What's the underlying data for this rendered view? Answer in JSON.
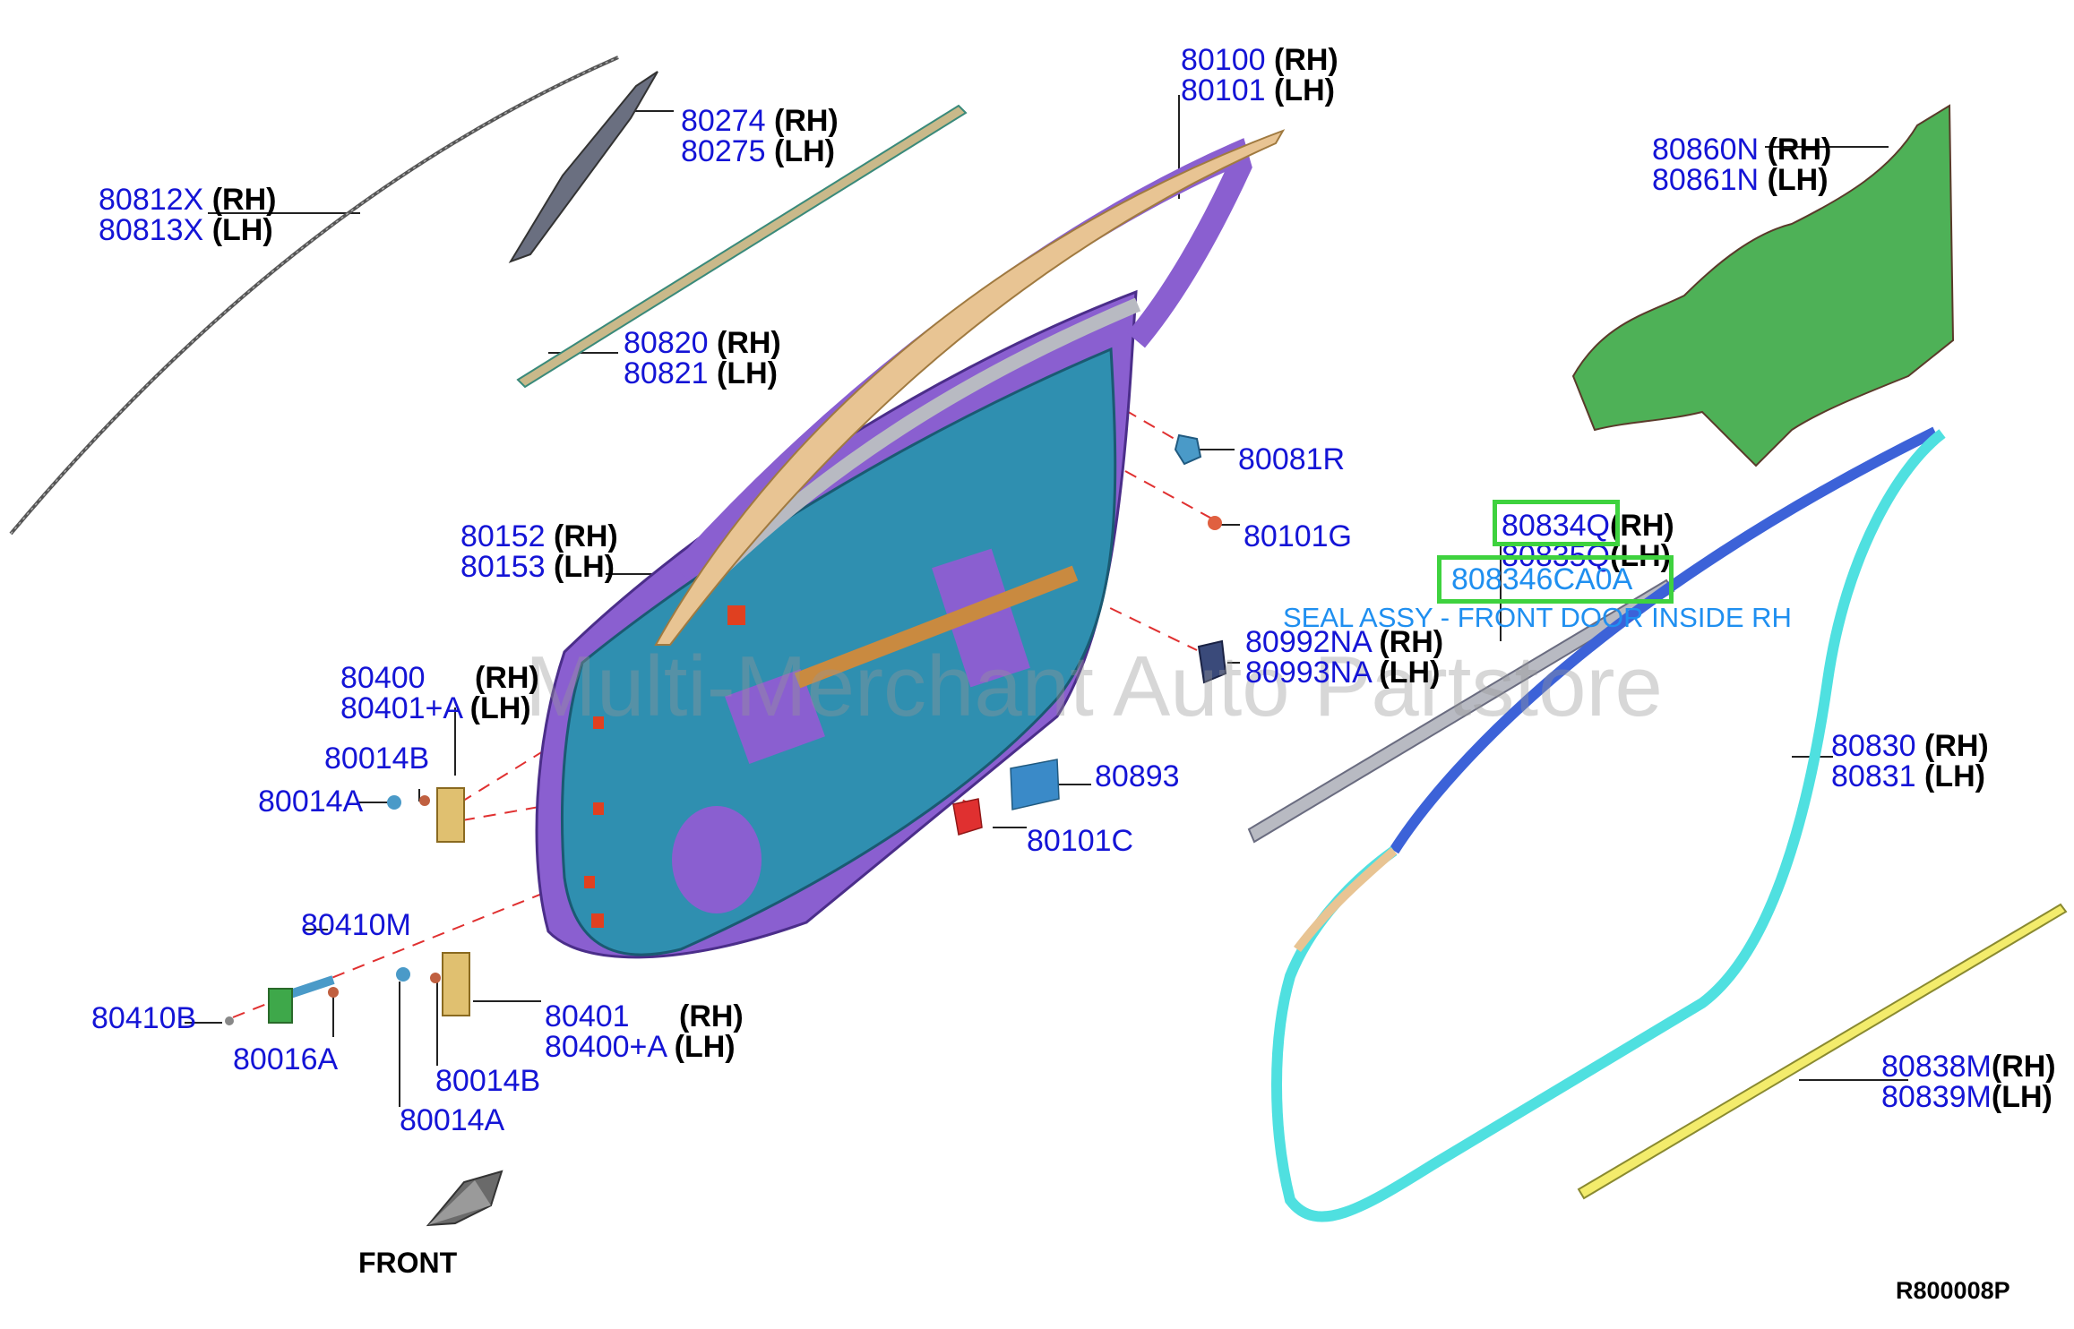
{
  "diagram_id": "R800008P",
  "front_label": "FRONT",
  "watermark": "Multi-Merchant Auto Partstore",
  "highlight": {
    "part": "808346CA0A",
    "description": "SEAL ASSY - FRONT DOOR INSIDE RH"
  },
  "callouts": {
    "c80812": {
      "l1": "80812X",
      "s1": "(RH)",
      "l2": "80813X",
      "s2": "(LH)"
    },
    "c80274": {
      "l1": "80274",
      "s1": "(RH)",
      "l2": "80275",
      "s2": "(LH)"
    },
    "c80820": {
      "l1": "80820",
      "s1": "(RH)",
      "l2": "80821",
      "s2": "(LH)"
    },
    "c80100": {
      "l1": "80100",
      "s1": "(RH)",
      "l2": "80101",
      "s2": "(LH)"
    },
    "c80860": {
      "l1": "80860N",
      "s1": "(RH)",
      "l2": "80861N",
      "s2": "(LH)"
    },
    "c80081": {
      "l1": "80081R"
    },
    "c80101g": {
      "l1": "80101G"
    },
    "c80152": {
      "l1": "80152",
      "s1": "(RH)",
      "l2": "80153",
      "s2": "(LH)"
    },
    "c80834": {
      "l1": "80834Q",
      "s1": "(RH)",
      "l2": "80835Q",
      "s2": "(LH)"
    },
    "c80992": {
      "l1": "80992NA",
      "s1": "(RH)",
      "l2": "80993NA",
      "s2": "(LH)"
    },
    "c80400": {
      "l1": "80400",
      "s1": "(RH)",
      "l2": "80401+A",
      "s2": "(LH)"
    },
    "c80014b_top": {
      "l1": "80014B"
    },
    "c80014a_top": {
      "l1": "80014A"
    },
    "c80893": {
      "l1": "80893"
    },
    "c80101c": {
      "l1": "80101C"
    },
    "c80830": {
      "l1": "80830",
      "s1": "(RH)",
      "l2": "80831",
      "s2": "(LH)"
    },
    "c80410m": {
      "l1": "80410M"
    },
    "c80410b": {
      "l1": "80410B"
    },
    "c80016a": {
      "l1": "80016A"
    },
    "c80401": {
      "l1": "80401",
      "s1": "(RH)",
      "l2": "80400+A",
      "s2": "(LH)"
    },
    "c80014b_bot": {
      "l1": "80014B"
    },
    "c80014a_bot": {
      "l1": "80014A"
    },
    "c80838": {
      "l1": "80838M",
      "s1": "(RH)",
      "l2": "80839M",
      "s2": "(LH)"
    }
  },
  "colors": {
    "label_blue": "#1414d6",
    "highlight_green": "#3ed23e",
    "description_blue": "#1f8ff0",
    "door_teal": "#2f8fb0",
    "door_purple": "#8a5fd0",
    "seal_blue": "#3c62d8",
    "seal_cyan": "#4fe0e0",
    "sash_tan": "#e8c493",
    "screen_green": "#2fa33a",
    "strip_yellow": "#f3ec6c"
  }
}
